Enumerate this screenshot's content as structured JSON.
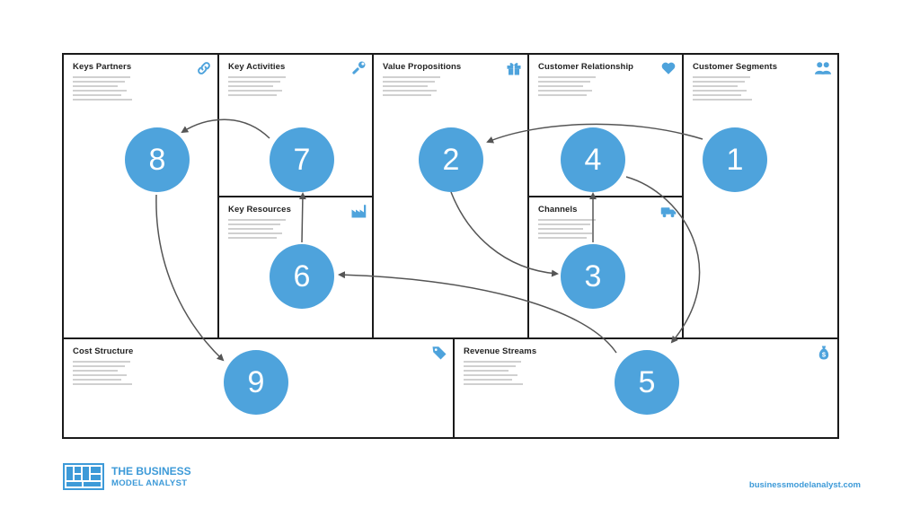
{
  "canvas": {
    "blocks": [
      {
        "key": "key_partners",
        "title": "Keys Partners",
        "icon": "link-icon"
      },
      {
        "key": "key_activities",
        "title": "Key Activities",
        "icon": "wrench-icon"
      },
      {
        "key": "key_resources",
        "title": "Key Resources",
        "icon": "factory-icon"
      },
      {
        "key": "value_propositions",
        "title": "Value Propositions",
        "icon": "gift-icon"
      },
      {
        "key": "customer_relationship",
        "title": "Customer Relationship",
        "icon": "heart-icon"
      },
      {
        "key": "channels",
        "title": "Channels",
        "icon": "truck-icon"
      },
      {
        "key": "customer_segments",
        "title": "Customer Segments",
        "icon": "users-icon"
      },
      {
        "key": "cost_structure",
        "title": "Cost Structure",
        "icon": "tag-icon"
      },
      {
        "key": "revenue_streams",
        "title": "Revenue Streams",
        "icon": "money-bag-icon"
      }
    ],
    "steps": [
      {
        "number": "1",
        "block": "customer_segments"
      },
      {
        "number": "2",
        "block": "value_propositions"
      },
      {
        "number": "3",
        "block": "channels"
      },
      {
        "number": "4",
        "block": "customer_relationship"
      },
      {
        "number": "5",
        "block": "revenue_streams"
      },
      {
        "number": "6",
        "block": "key_resources"
      },
      {
        "number": "7",
        "block": "key_activities"
      },
      {
        "number": "8",
        "block": "key_partners"
      },
      {
        "number": "9",
        "block": "cost_structure"
      }
    ],
    "flow": [
      {
        "from": "1",
        "to": "2"
      },
      {
        "from": "2",
        "to": "3"
      },
      {
        "from": "3",
        "to": "4"
      },
      {
        "from": "4",
        "to": "5"
      },
      {
        "from": "5",
        "to": "6"
      },
      {
        "from": "6",
        "to": "7"
      },
      {
        "from": "7",
        "to": "8"
      },
      {
        "from": "8",
        "to": "9"
      }
    ]
  },
  "colors": {
    "accent": "#4ea3dc",
    "border": "#1a1a1a",
    "arrow": "#555555",
    "placeholder": "#d0d0d0"
  },
  "footer": {
    "logo_line1": "THE BUSINESS",
    "logo_line2": "MODEL ANALYST",
    "url": "businessmodelanalyst.com"
  }
}
